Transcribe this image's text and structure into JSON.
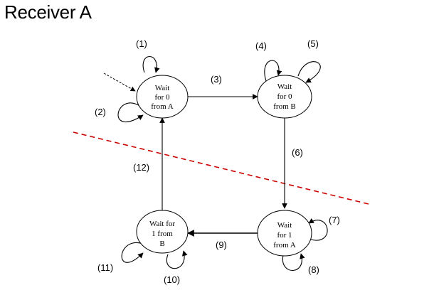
{
  "title": "Receiver A",
  "states": [
    {
      "id": "s1",
      "lines": [
        "Wait",
        "for 0",
        "from A"
      ]
    },
    {
      "id": "s2",
      "lines": [
        "Wait",
        "for 0",
        "from B"
      ]
    },
    {
      "id": "s3",
      "lines": [
        "Wait",
        "for 1",
        "from A"
      ]
    },
    {
      "id": "s4",
      "lines": [
        "Wait for",
        "1 from",
        "B"
      ]
    }
  ],
  "labels": {
    "t1": "(1)",
    "t2": "(2)",
    "t3": "(3)",
    "t4": "(4)",
    "t5": "(5)",
    "t6": "(6)",
    "t7": "(7)",
    "t8": "(8)",
    "t9": "(9)",
    "t10": "(10)",
    "t11": "(11)",
    "t12": "(12)"
  },
  "colors": {
    "divider": "#cc0000",
    "stroke": "#000000"
  }
}
